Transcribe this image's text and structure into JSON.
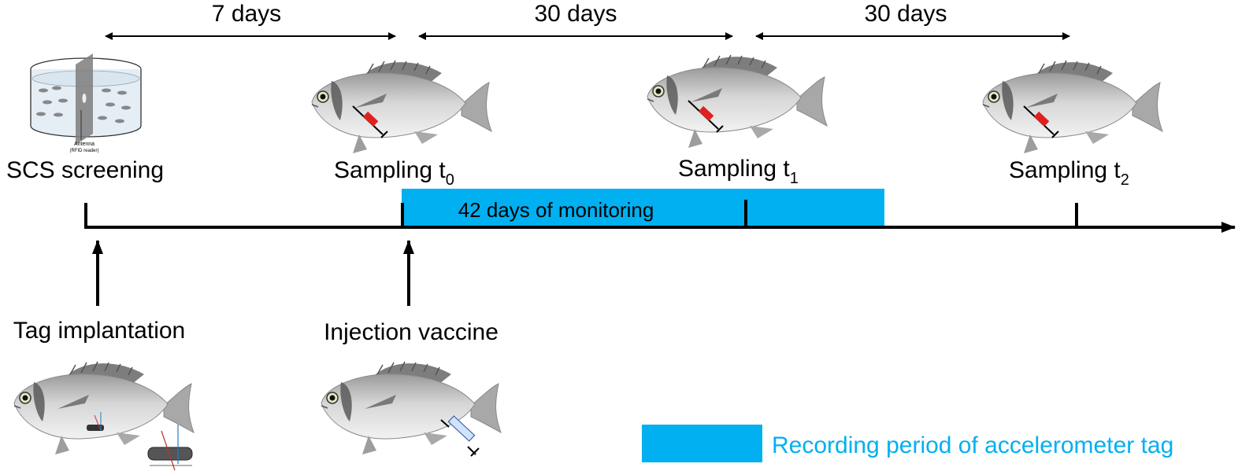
{
  "durations": [
    {
      "label": "7 days"
    },
    {
      "label": "30 days"
    },
    {
      "label": "30 days"
    }
  ],
  "stages": {
    "screening": {
      "label": "SCS screening"
    },
    "sampling_t0": {
      "label": "Sampling t",
      "sub": "0"
    },
    "sampling_t1": {
      "label": "Sampling t",
      "sub": "1"
    },
    "sampling_t2": {
      "label": "Sampling t",
      "sub": "2"
    }
  },
  "events": {
    "tag_implantation": {
      "label": "Tag implantation"
    },
    "injection_vaccine": {
      "label": "Injection vaccine"
    }
  },
  "monitoring_bar": {
    "label": "42 days of monitoring",
    "color": "#00b0f0"
  },
  "tank": {
    "antenna_label": "Antenna",
    "reader_label": "(RFID reader)"
  },
  "legend": {
    "label": "Recording period of accelerometer tag",
    "color": "#00b0f0",
    "text_color": "#00b0f0"
  },
  "icons": [
    "tank-icon",
    "fish-icon",
    "syringe-icon",
    "accelerometer-tag-icon"
  ]
}
